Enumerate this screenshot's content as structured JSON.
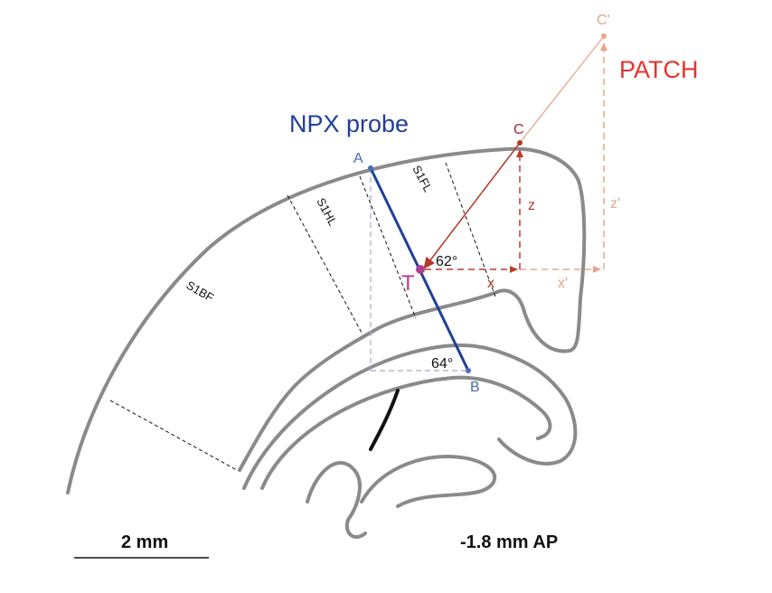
{
  "labels": {
    "npx_probe": "NPX probe",
    "patch": "PATCH",
    "point_a": "A",
    "point_b": "B",
    "point_c": "C",
    "point_c_prime": "C'",
    "point_t": "T",
    "axis_x": "x",
    "axis_x_prime": "x'",
    "axis_z": "z",
    "axis_z_prime": "z'",
    "angle_patch": "62°",
    "angle_probe": "64°",
    "region_s1bf": "S1BF",
    "region_s1hl": "S1HL",
    "region_s1fl": "S1FL",
    "scale_bar": "2 mm",
    "ap_position": "-1.8 mm AP"
  },
  "colors": {
    "probe": "#1f3f9a",
    "probe_point": "#4a6bb5",
    "patch_title": "#e8322b",
    "patch_near": "#b33a2a",
    "patch_near_arrow": "#c0392b",
    "patch_far": "#e8a58a",
    "label_c": "#a3263e",
    "target": "#b0418f",
    "brain_outline": "#8a8a8a",
    "helper_dashed": "#a8a8d0",
    "black": "#111111"
  }
}
